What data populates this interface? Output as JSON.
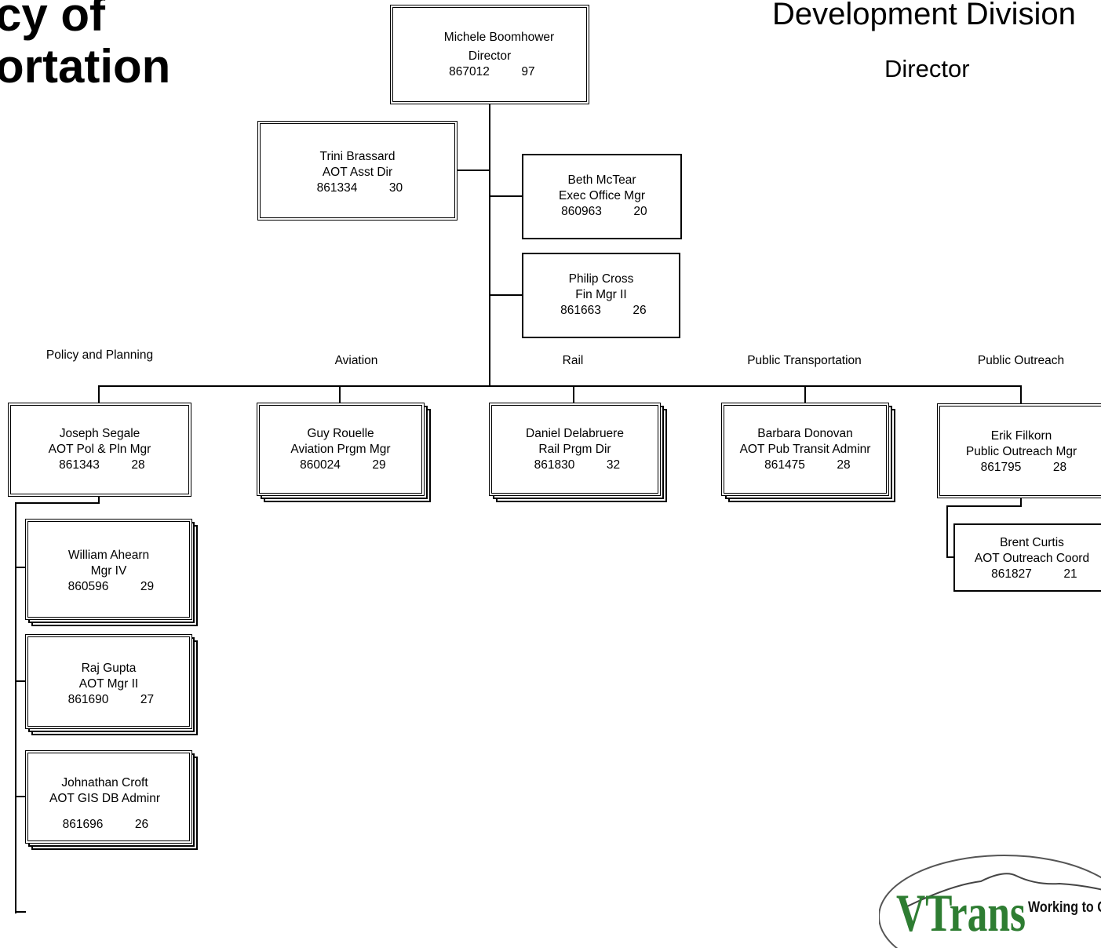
{
  "title_left": [
    "cy of",
    "ortation"
  ],
  "title_right": {
    "division": "Development Division",
    "subtitle": "Director"
  },
  "sections": {
    "policy": "Policy and Planning",
    "aviation": "Aviation",
    "rail": "Rail",
    "public_transportation": "Public Transportation",
    "public_outreach": "Public Outreach"
  },
  "people": {
    "director": {
      "name": "Michele Boomhower",
      "title": "Director",
      "code": "867012",
      "grade": "97"
    },
    "asst_dir": {
      "name": "Trini Brassard",
      "title": "AOT Asst Dir",
      "code": "861334",
      "grade": "30"
    },
    "exec_office": {
      "name": "Beth McTear",
      "title": "Exec Office Mgr",
      "code": "860963",
      "grade": "20"
    },
    "fin_mgr": {
      "name": "Philip Cross",
      "title": "Fin Mgr II",
      "code": "861663",
      "grade": "26"
    },
    "policy_mgr": {
      "name": "Joseph Segale",
      "title": "AOT Pol & Pln Mgr",
      "code": "861343",
      "grade": "28"
    },
    "aviation_mgr": {
      "name": "Guy Rouelle",
      "title": "Aviation Prgm Mgr",
      "code": "860024",
      "grade": "29"
    },
    "rail_dir": {
      "name": "Daniel Delabruere",
      "title": "Rail Prgm Dir",
      "code": "861830",
      "grade": "32"
    },
    "transit_admin": {
      "name": "Barbara Donovan",
      "title": "AOT Pub Transit Adminr",
      "code": "861475",
      "grade": "28"
    },
    "outreach_mgr": {
      "name": "Erik Filkorn",
      "title": "Public Outreach Mgr",
      "code": "861795",
      "grade": "28"
    },
    "outreach_coord": {
      "name": "Brent Curtis",
      "title": "AOT Outreach Coord",
      "code": "861827",
      "grade": "21"
    },
    "mgr_iv": {
      "name": "William Ahearn",
      "title": "Mgr IV",
      "code": "860596",
      "grade": "29"
    },
    "mgr_ii": {
      "name": "Raj Gupta",
      "title": "AOT Mgr II",
      "code": "861690",
      "grade": "27"
    },
    "gis_admin": {
      "name": "Johnathan Croft",
      "title": "AOT GIS DB Adminr",
      "code": "861696",
      "grade": "26"
    }
  },
  "logo": {
    "brand": "VTrans",
    "tagline": "Working to Get Y",
    "color": "#2e7d32"
  }
}
